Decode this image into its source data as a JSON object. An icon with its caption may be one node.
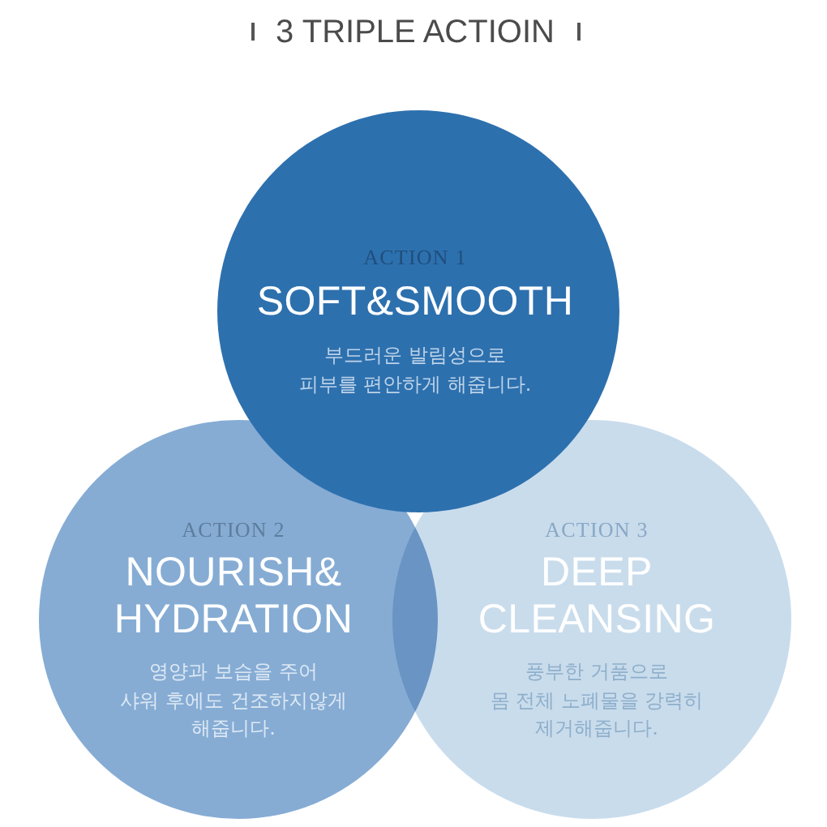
{
  "diagram": {
    "title": "3 TRIPLE ACTIOIN",
    "nodes": [
      {
        "text": [
          "ACTION 1",
          "SOFT&SMOOTH",
          "부드러운 발림성으로 피부를 편안하게 해줍니다."
        ]
      },
      {
        "text": [
          "ACTION 2",
          "NOURISH& HYDRATION",
          "영양과 보습을 주어 샤워 후에도 건조하지않게 해줍니다."
        ]
      },
      {
        "text": [
          "ACTION 3",
          "DEEP CLEANSING",
          "풍부한 거품으로 몸 전체 노폐물을 강력히 제거해줍니다."
        ]
      }
    ]
  }
}
